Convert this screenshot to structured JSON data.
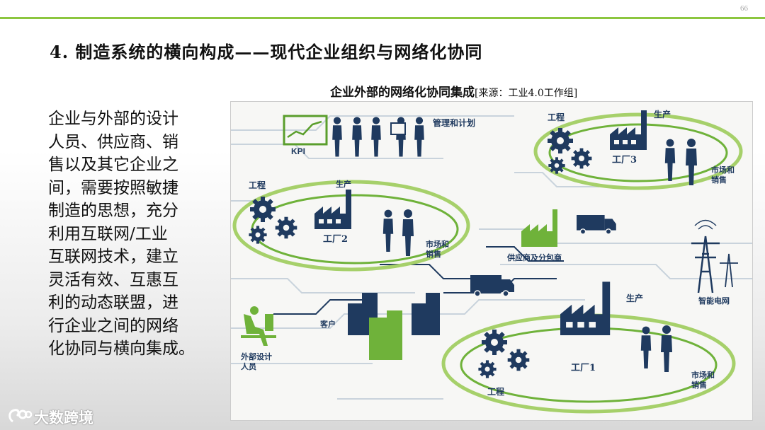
{
  "page_number": "66",
  "title": "4. 制造系统的横向构成——现代企业组织与网络化协同",
  "figure_caption": {
    "main": "企业外部的网络化协同集成",
    "source": "[来源：工业4.0工作组]"
  },
  "body_lines": [
    "企业与外部的设计",
    "人员、供应商、销",
    "售以及其它企业之",
    "间，需要按照敏捷",
    "制造的思想，充分",
    "利用互联网/工业",
    "互联网技术，建立",
    "灵活有效、互惠互",
    "利的动态联盟，进",
    "行企业之间的网络",
    "化协同与横向集成。"
  ],
  "diagram_labels": {
    "kpi": "KPI",
    "management": "管理和计划",
    "eng3": "工程",
    "prod3": "生产",
    "factory3": "工厂3",
    "market3_a": "市场和",
    "market3_b": "销售",
    "eng2": "工程",
    "prod2": "生产",
    "factory2": "工厂2",
    "market2_a": "市场和",
    "market2_b": "销售",
    "supplier": "供应商及分包商",
    "customer": "客户",
    "grid": "智能电网",
    "prod1": "生产",
    "factory1": "工厂1",
    "eng1": "工程",
    "market1_a": "市场和",
    "market1_b": "销售",
    "designer_a": "外部设计",
    "designer_b": "人员"
  },
  "watermark": "大数跨境",
  "colors": {
    "accent_green": "#8cc63f",
    "navy": "#1f3a5f",
    "dark_green": "#5a9e2c"
  }
}
